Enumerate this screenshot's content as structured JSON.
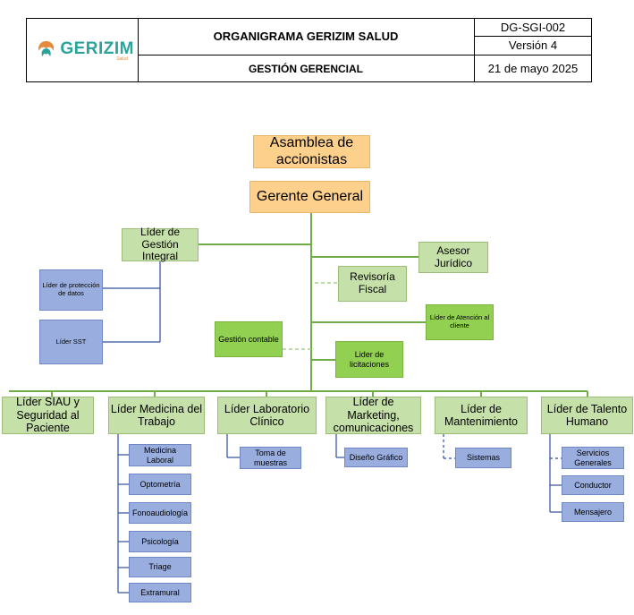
{
  "header": {
    "logo_word": "GERIZIM",
    "logo_sub": "Salud",
    "title": "ORGANIGRAMA GERIZIM SALUD",
    "subtitle": "GESTIÓN GERENCIAL",
    "code": "DG-SGI-002",
    "version": "Versión 4",
    "date": "21 de mayo 2025"
  },
  "org": {
    "asamblea": "Asamblea de accionistas",
    "gerente": "Gerente General",
    "gestion_integral": "Líder de Gestión Integral",
    "proteccion_datos": "Líder de protección de datos",
    "lider_sst": "Líder SST",
    "asesor_juridico": "Asesor Jurídico",
    "revisoria_fiscal": "Revisoría Fiscal",
    "atencion_cliente": "Líder de Atención al cliente",
    "gestion_contable": "Gestión contable",
    "licitaciones": "Lider de licitaciones"
  },
  "departments": [
    {
      "label": "Líder SIAU y Seguridad al Paciente",
      "children": []
    },
    {
      "label": "Líder Medicina del Trabajo",
      "children": [
        "Medicina Laboral",
        "Optometría",
        "Fonoaudiología",
        "Psicología",
        "Triage",
        "Extramural"
      ]
    },
    {
      "label": "Líder Laboratorio Clínico",
      "children": [
        "Toma de muestras"
      ]
    },
    {
      "label": "Líder de Marketing, comunicaciones",
      "children": [
        "Diseño Gráfico"
      ]
    },
    {
      "label": "Líder de Mantenimiento",
      "children": [
        "Sistemas"
      ]
    },
    {
      "label": "Líder de Talento Humano",
      "children": [
        "Servicios Generales",
        "Conductor",
        "Mensajero"
      ]
    }
  ],
  "colors": {
    "top": "#fdd08c",
    "green": "#91d050",
    "light_green": "#c6e0a9",
    "blue": "#99aede",
    "logo": "#2aa39b",
    "line_green": "#71ad47",
    "line_blue": "#2e4e9e"
  }
}
